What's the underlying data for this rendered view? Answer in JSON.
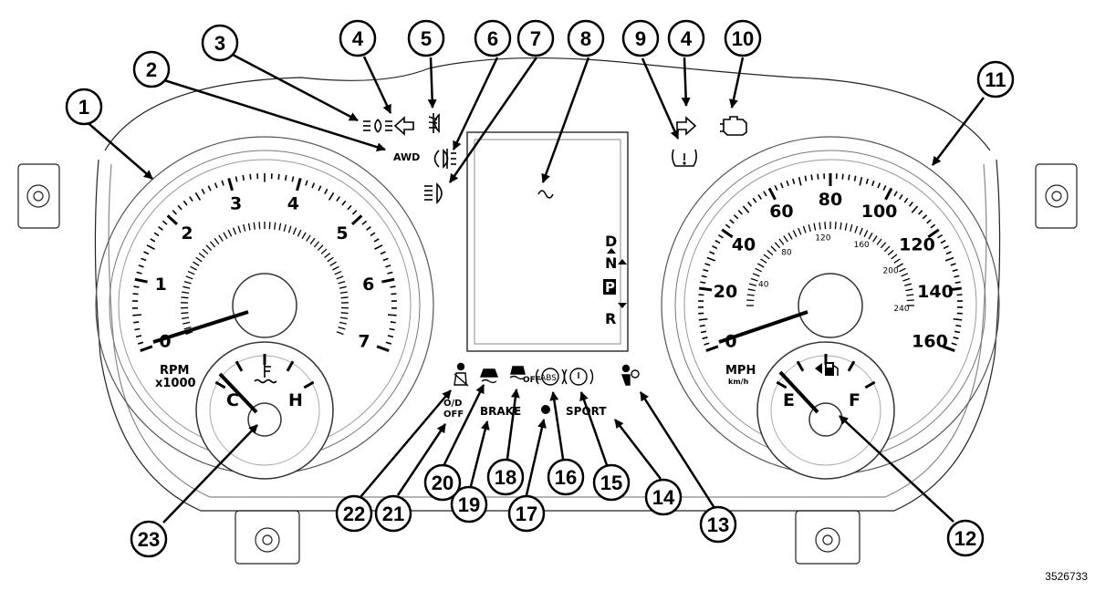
{
  "figure": {
    "id": "3526733"
  },
  "tachometer": {
    "ticks": [
      "0",
      "1",
      "2",
      "3",
      "4",
      "5",
      "6",
      "7"
    ],
    "unit": "RPM",
    "multiplier": "x1000"
  },
  "temp_gauge": {
    "cold": "C",
    "hot": "H"
  },
  "speedometer": {
    "mph_ticks": [
      "0",
      "20",
      "40",
      "60",
      "80",
      "100",
      "120",
      "140",
      "160"
    ],
    "kmh_ticks": [
      "40",
      "80",
      "120",
      "160",
      "200",
      "240"
    ],
    "unit": "MPH",
    "unit_secondary": "km/h"
  },
  "fuel_gauge": {
    "empty": "E",
    "full": "F"
  },
  "transmission": {
    "positions": [
      "D",
      "N",
      "P",
      "R"
    ],
    "selected": "P"
  },
  "indicators": {
    "awd": "AWD",
    "od_off_top": "O/D",
    "od_off_bottom": "OFF",
    "brake": "BRAKE",
    "sport": "SPORT",
    "abs": "ABS",
    "esc_off": "OFF"
  },
  "callouts": [
    "1",
    "2",
    "3",
    "4",
    "5",
    "6",
    "7",
    "8",
    "9",
    "4",
    "10",
    "11",
    "12",
    "13",
    "14",
    "15",
    "16",
    "17",
    "18",
    "19",
    "20",
    "21",
    "22",
    "23"
  ]
}
